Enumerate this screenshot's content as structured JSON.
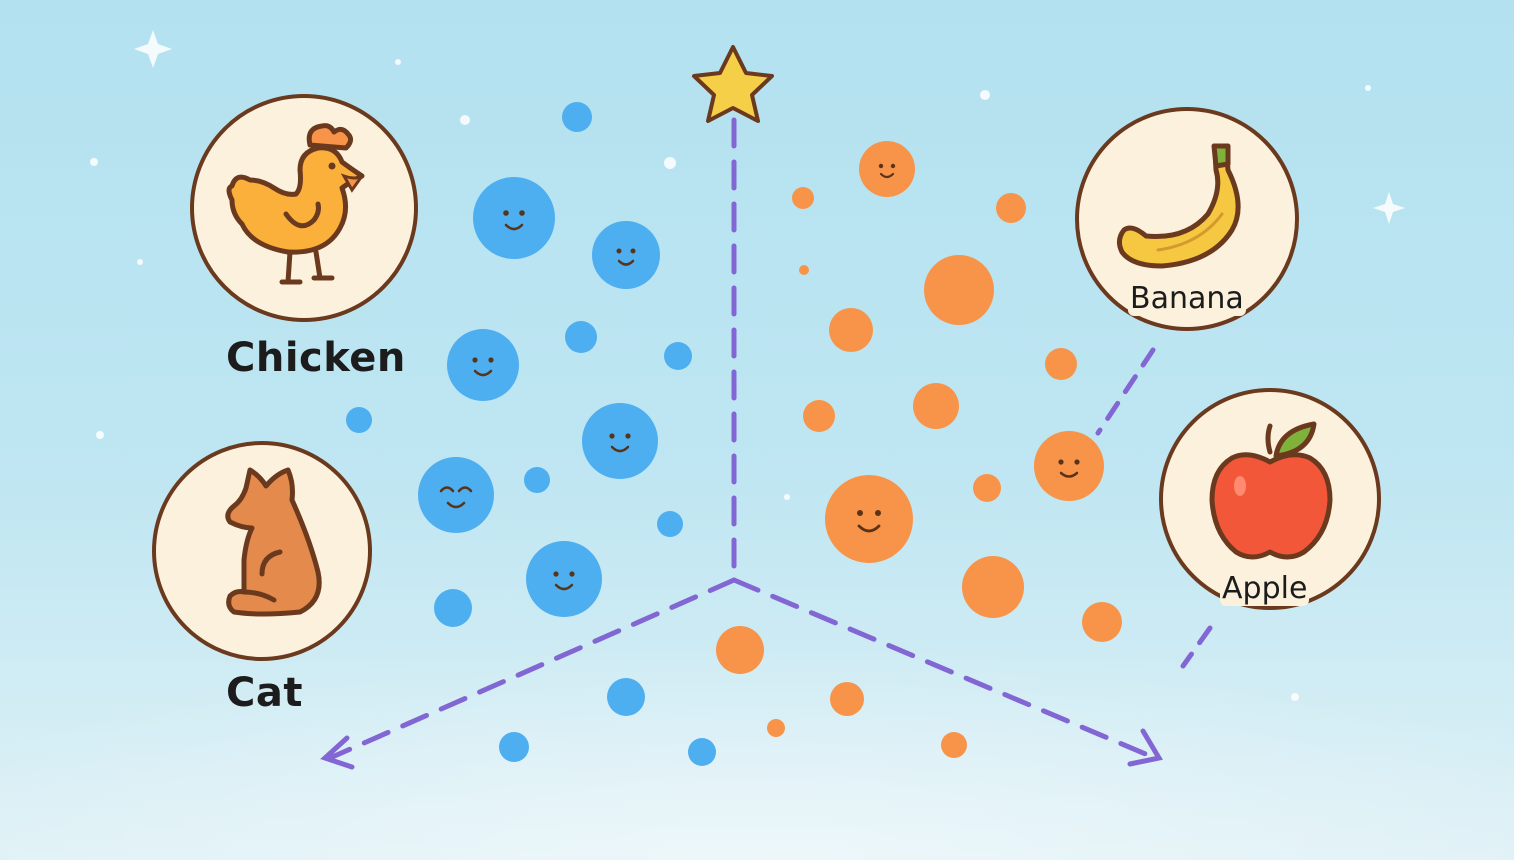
{
  "diagram": {
    "labels": {
      "chicken": "Chicken",
      "cat": "Cat",
      "banana": "Banana",
      "apple": "Apple"
    },
    "icons": {
      "chicken": "chicken-icon",
      "cat": "cat-icon",
      "banana": "banana-icon",
      "apple": "apple-icon",
      "origin": "star-icon"
    },
    "colors": {
      "animal_cluster": "#4daef0",
      "fruit_cluster": "#f7944a",
      "axis": "#8266d3",
      "star": "#f5cf48",
      "icon_bg": "#fbf1dc",
      "icon_border": "#6b3a1e"
    }
  }
}
